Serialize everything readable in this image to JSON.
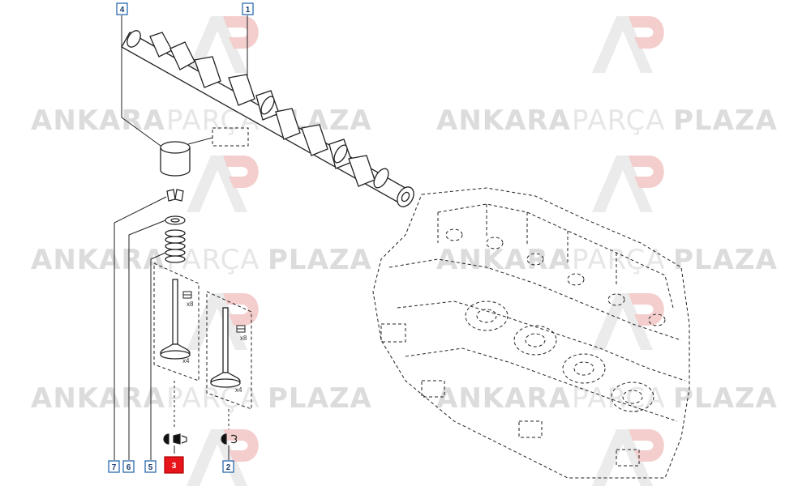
{
  "watermark": {
    "word1": "ANKARA",
    "word2": "PARÇA",
    "word3": "PLAZA",
    "logo_letters": "AP",
    "colors": {
      "bold": "#dcdcdc",
      "light": "#e6e6e6",
      "logo_red": "#f3c8c8"
    }
  },
  "callouts": [
    {
      "label": "1",
      "highlighted": false
    },
    {
      "label": "2",
      "highlighted": false
    },
    {
      "label": "3",
      "highlighted": true
    },
    {
      "label": "4",
      "highlighted": false
    },
    {
      "label": "5",
      "highlighted": false
    },
    {
      "label": "6",
      "highlighted": false
    },
    {
      "label": "7",
      "highlighted": false
    }
  ],
  "quantities": {
    "intake_valve": "x4",
    "exhaust_valve": "x4",
    "intake_spring_pack": "x8",
    "exhaust_spring_pack": "x8"
  },
  "colors": {
    "callout_border": "#1a5fa8",
    "callout_text": "#1a3d6e",
    "highlight_fill": "#e8141c",
    "highlight_text": "#ffffff",
    "line": "#222222"
  }
}
